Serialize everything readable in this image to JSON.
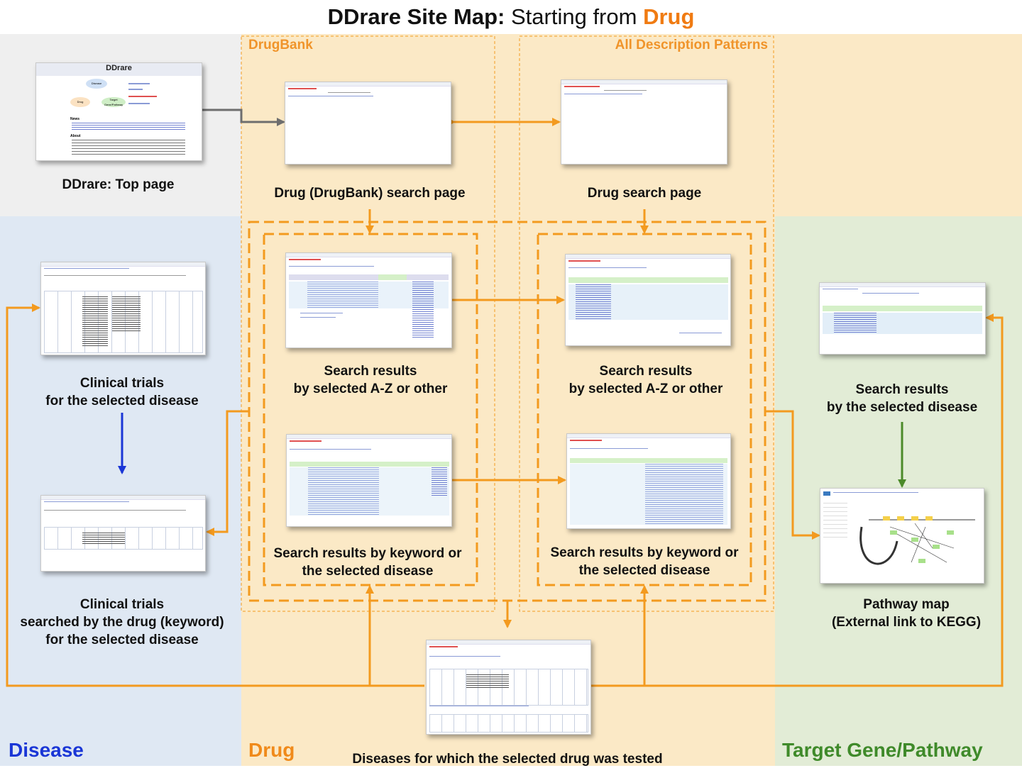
{
  "title": {
    "bold_part": "DDrare Site Map:",
    "normal_part": "Starting from",
    "highlight": "Drug",
    "highlight_color": "#f07b12"
  },
  "regions": {
    "disease": {
      "label": "Disease",
      "color": "#1a36d6",
      "bg": "#dfe8f3"
    },
    "drug": {
      "label": "Drug",
      "color": "#f08a1a",
      "bg": "#fbe9c6"
    },
    "target": {
      "label": "Target Gene/Pathway",
      "color": "#3f8a2a",
      "bg": "#e2ecd6"
    },
    "top_bg": "#efefef"
  },
  "sections": {
    "drugbank": "DrugBank",
    "all_patterns": "All Description Patterns"
  },
  "nodes": {
    "top_page": {
      "label": "DDrare: Top page",
      "thumb_title": "DDrare",
      "bubbles": [
        "Disease",
        "Drug",
        "Target Gene/Pathway"
      ],
      "sections": [
        "News",
        "About"
      ]
    },
    "drugbank_search": {
      "label": "Drug (DrugBank) search page"
    },
    "drug_search": {
      "label": "Drug search page"
    },
    "results_az_left": {
      "label_line1": "Search results",
      "label_line2": "by selected A-Z or other"
    },
    "results_az_right": {
      "label_line1": "Search results",
      "label_line2": "by selected A-Z or other"
    },
    "results_kw_left": {
      "label_line1": "Search results by keyword or",
      "label_line2": "the selected disease"
    },
    "results_kw_right": {
      "label_line1": "Search results by keyword or",
      "label_line2": "the selected disease"
    },
    "clinical_disease": {
      "label_line1": "Clinical trials",
      "label_line2": "for the selected disease"
    },
    "clinical_drug": {
      "label_line1": "Clinical trials",
      "label_line2": "searched by the drug (keyword)",
      "label_line3": "for the selected disease"
    },
    "target_results": {
      "label_line1": "Search results",
      "label_line2": "by the selected disease"
    },
    "pathway_map": {
      "label_line1": "Pathway map",
      "label_line2": "(External link to KEGG)"
    },
    "diseases_tested": {
      "label": "Diseases for which the selected drug was tested"
    }
  },
  "colors": {
    "arrow_orange": "#f39a1f",
    "arrow_gray": "#6e6e6e",
    "arrow_blue": "#1a36d6",
    "arrow_green": "#4c8a2a",
    "dash_orange": "#f39a1f"
  }
}
